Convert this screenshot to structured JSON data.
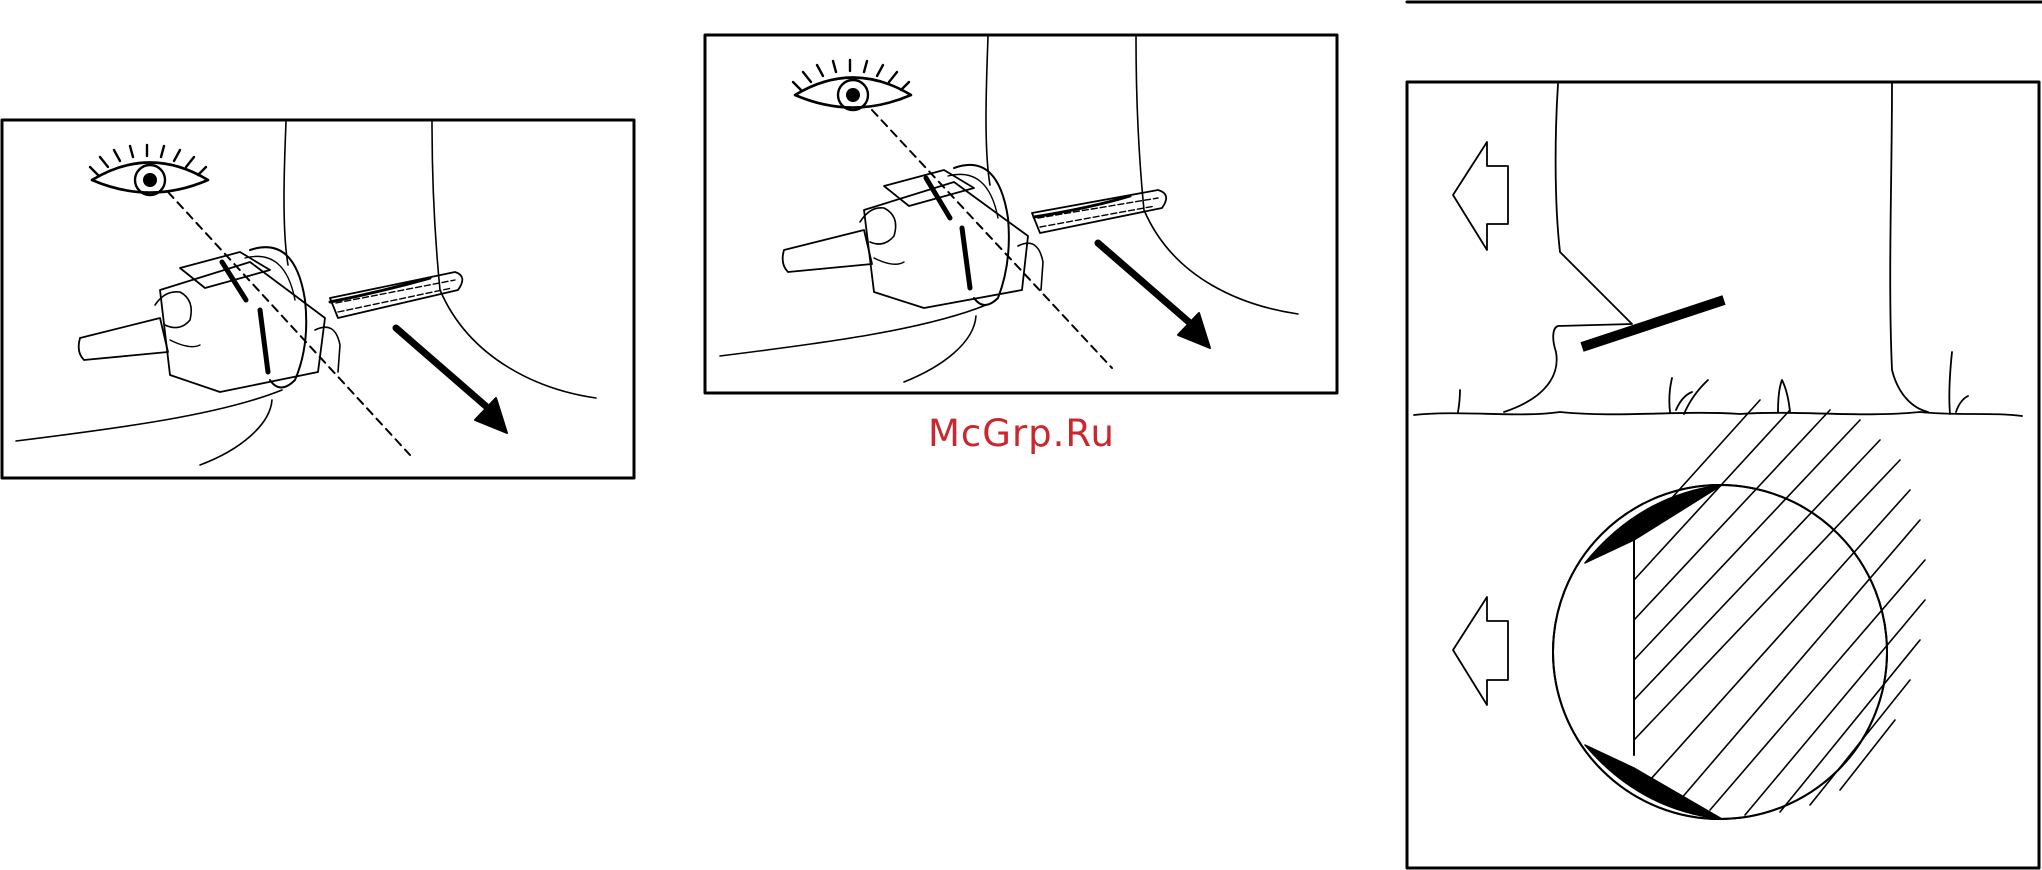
{
  "watermark": {
    "text": "McGrp.Ru",
    "color": "#c8282e"
  },
  "colors": {
    "ink": "#000000",
    "paper": "#ffffff"
  },
  "figures": [
    {
      "subject": "chainsaw-felling-sight-line"
    },
    {
      "subject": "chainsaw-felling-sight-line"
    },
    {
      "subject": "felling-notch-and-hinge"
    }
  ]
}
